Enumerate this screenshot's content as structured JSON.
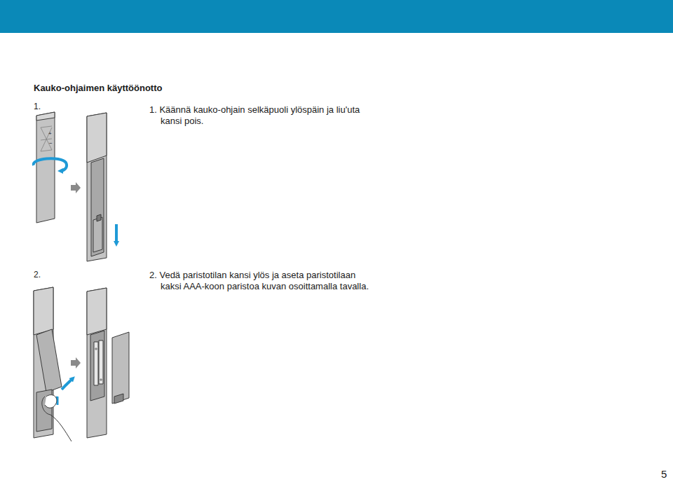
{
  "diagram": {
    "title": "Kauko-ohjaimen käyttöönotto",
    "labels": [
      "1.",
      "1. Käännä kauko-ohjain selkäpuoli ylöspäin ja liu'uta kansi pois.",
      "+",
      "−",
      "2.",
      "2. Vedä paristotilan kansi ylös ja aseta paristotilaan kaksi AAA-koon paristoa kuvan osoittamalla tavalla.",
      "5"
    ]
  }
}
